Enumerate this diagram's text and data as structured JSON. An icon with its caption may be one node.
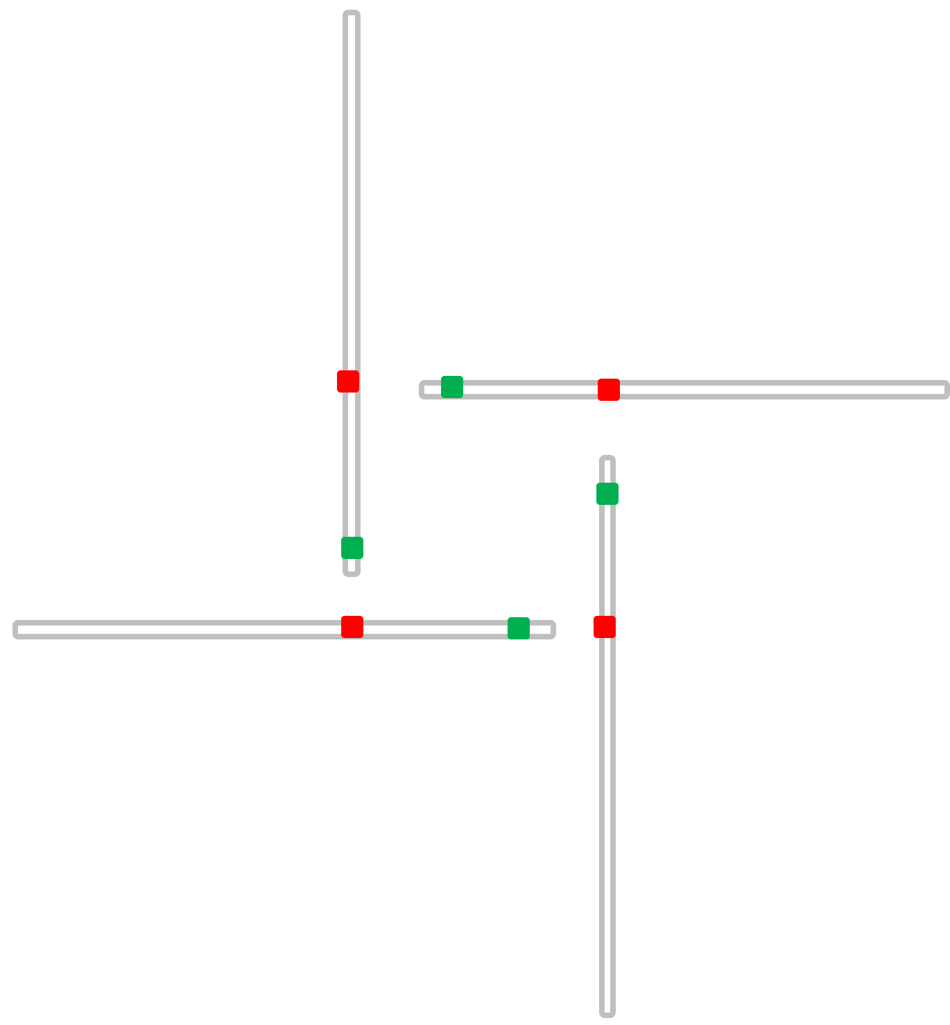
{
  "diagram": {
    "nodes": [
      {
        "text": [],
        "shape": "bar"
      },
      {
        "text": [],
        "shape": "box",
        "in": 0
      },
      {
        "text": [],
        "shape": "box",
        "in": 0
      },
      {
        "text": [],
        "shape": "bar"
      },
      {
        "text": [],
        "shape": "box",
        "in": 3
      },
      {
        "text": [],
        "shape": "box",
        "in": 3
      },
      {
        "text": [],
        "shape": "bar"
      },
      {
        "text": [],
        "shape": "box",
        "in": 6
      },
      {
        "text": [],
        "shape": "box",
        "in": 6
      },
      {
        "text": [],
        "shape": "bar"
      },
      {
        "text": [],
        "shape": "box",
        "in": 9
      },
      {
        "text": [],
        "shape": "box",
        "in": 9
      }
    ]
  }
}
